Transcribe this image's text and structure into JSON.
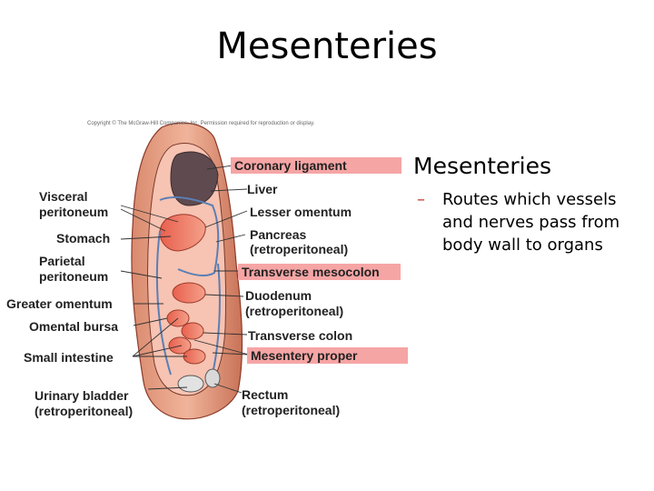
{
  "slide": {
    "title": "Mesenteries",
    "bullet_main": "Mesenteries",
    "bullet_sub_marker": "–",
    "bullet_sub": "Routes which vessels and nerves pass from body wall to organs"
  },
  "figure": {
    "copyright": "Copyright © The McGraw-Hill Companies, Inc. Permission required for reproduction or display.",
    "labels": {
      "coronary_ligament": "Coronary ligament",
      "liver": "Liver",
      "lesser_omentum": "Lesser omentum",
      "pancreas_1": "Pancreas",
      "pancreas_2": "(retroperitoneal)",
      "transverse_mesocolon": "Transverse mesocolon",
      "duodenum_1": "Duodenum",
      "duodenum_2": "(retroperitoneal)",
      "transverse_colon": "Transverse colon",
      "mesentery_proper": "Mesentery proper",
      "rectum_1": "Rectum",
      "rectum_2": "(retroperitoneal)",
      "visceral_peritoneum_1": "Visceral",
      "visceral_peritoneum_2": "peritoneum",
      "stomach": "Stomach",
      "parietal_peritoneum_1": "Parietal",
      "parietal_peritoneum_2": "peritoneum",
      "greater_omentum": "Greater omentum",
      "omental_bursa": "Omental bursa",
      "small_intestine": "Small intestine",
      "urinary_bladder_1": "Urinary bladder",
      "urinary_bladder_2": "(retroperitoneal)"
    },
    "highlight_color": "#f6a5a5"
  }
}
